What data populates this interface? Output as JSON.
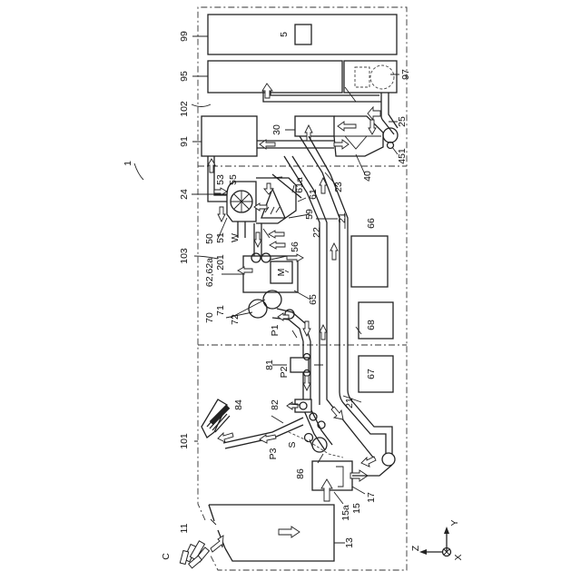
{
  "labels": {
    "ref_99": "99",
    "ref_95": "95",
    "ref_102": "102",
    "ref_91": "91",
    "ref_24": "24",
    "ref_1": "1",
    "ref_50": "50",
    "ref_103": "103",
    "ref_201": "201",
    "ref_62_62a": "62,62a",
    "ref_70": "70",
    "ref_71": "71",
    "ref_72": "72",
    "ref_101": "101",
    "ref_11": "11",
    "ref_c": "C",
    "ref_5": "5",
    "ref_97": "97",
    "ref_25": "25",
    "ref_30": "30",
    "ref_451": "451",
    "ref_40": "40",
    "ref_23": "23",
    "ref_53": "53",
    "ref_55": "55",
    "ref_61a": "61a",
    "ref_61": "61",
    "ref_59": "59",
    "ref_21_top": "21",
    "ref_66": "66",
    "ref_51": "51",
    "ref_w": "W",
    "ref_22": "22",
    "ref_56": "56",
    "ref_m": "M",
    "ref_65": "65",
    "ref_p1": "P1",
    "ref_68": "68",
    "ref_81": "81",
    "ref_p2": "P2",
    "ref_67": "67",
    "ref_82": "82",
    "ref_84": "84",
    "ref_21_bottom": "21",
    "ref_s": "S",
    "ref_p3": "P3",
    "ref_86": "86",
    "ref_15a": "15a",
    "ref_15": "15",
    "ref_17": "17",
    "ref_13": "13",
    "axis_y": "Y",
    "axis_z": "Z",
    "axis_x": "X"
  }
}
